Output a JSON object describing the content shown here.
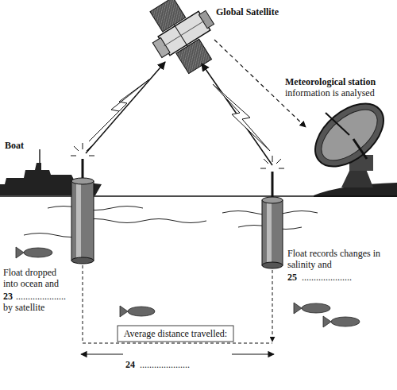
{
  "diagram": {
    "labels": [
      "Global Satellite",
      "Meteorological station",
      "information is analysed",
      "Boat",
      "Float dropped into ocean and",
      "23",
      ".....................",
      "by satellite",
      "Float records changes in salinity and",
      "25",
      ".....................",
      "Average distance travelled:",
      "24",
      "....................."
    ]
  }
}
